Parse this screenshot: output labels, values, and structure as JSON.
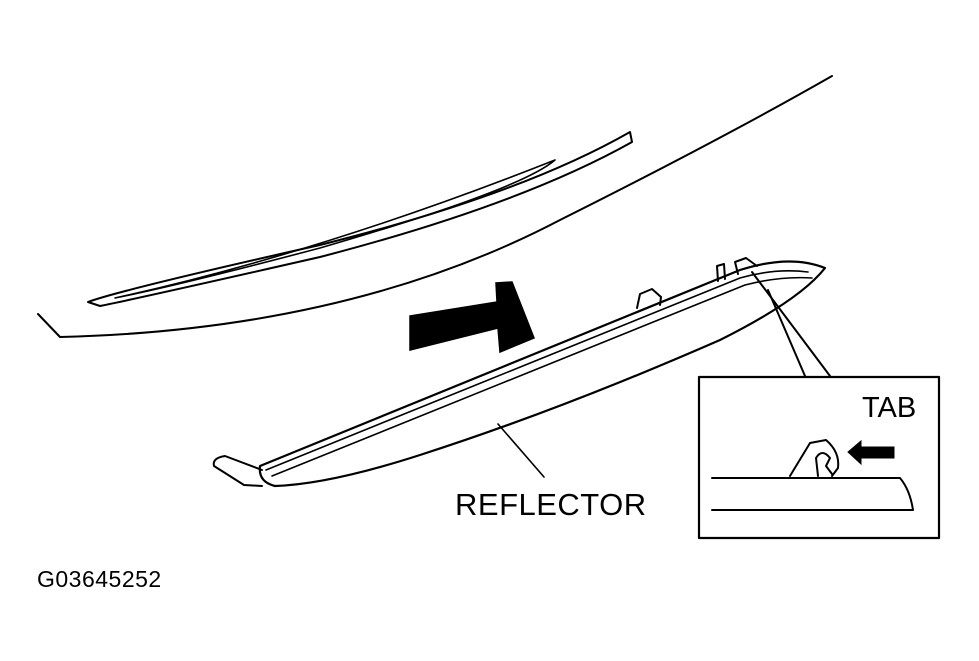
{
  "labels": {
    "tab": "TAB",
    "reflector": "REFLECTOR",
    "figure_code": "G03645252"
  },
  "colors": {
    "ink": "#000000",
    "paper": "#ffffff"
  }
}
